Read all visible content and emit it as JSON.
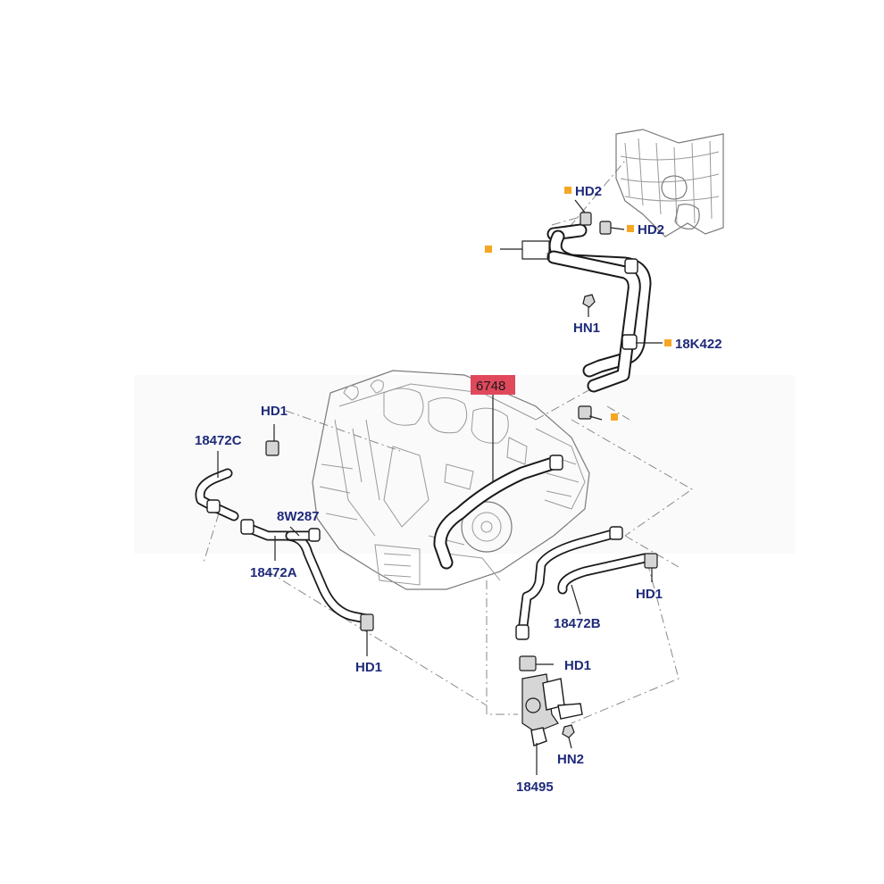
{
  "diagram": {
    "highlight_color": "#e0485c",
    "callout_color": "#1f2a7a",
    "marker_color": "#f5a623",
    "labels": {
      "hd2_top": "HD2",
      "hd2_right": "HD2",
      "hn1": "HN1",
      "k422": "18K422",
      "p6748": "6748",
      "hd1_left": "HD1",
      "c18472c": "18472C",
      "w8w287": "8W287",
      "a18472a": "18472A",
      "hd1_bottom": "HD1",
      "hd1_right": "HD1",
      "b18472b": "18472B",
      "hd1_valve": "HD1",
      "hn2": "HN2",
      "p18495": "18495"
    }
  }
}
